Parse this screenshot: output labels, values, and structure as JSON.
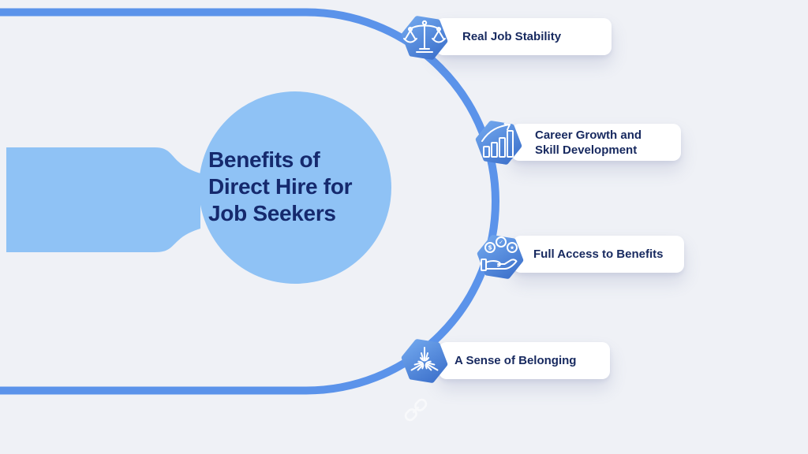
{
  "title": {
    "full": "Benefits of Direct Hire for Job Seekers",
    "lines": [
      "Benefits of",
      "Direct Hire for",
      "Job Seekers"
    ]
  },
  "items": [
    {
      "label": "Real Job Stability",
      "icon": "scales-icon"
    },
    {
      "label": "Career Growth and Skill Development",
      "icon": "growth-chart-icon"
    },
    {
      "label": "Full Access to Benefits",
      "icon": "hand-benefits-icon"
    },
    {
      "label": "A Sense of Belonging",
      "icon": "hands-together-icon"
    }
  ],
  "watermark": {
    "icon": "chain-link-icon"
  },
  "colors": {
    "background": "#eff1f6",
    "ring_stroke": "#5b93ea",
    "shape_fill": "#8fc2f5",
    "hexagon_gradient_start": "#72a8ee",
    "hexagon_gradient_end": "#3b6fca",
    "title_text": "#15296d",
    "card_text": "#17295f",
    "card_background": "#ffffff"
  }
}
